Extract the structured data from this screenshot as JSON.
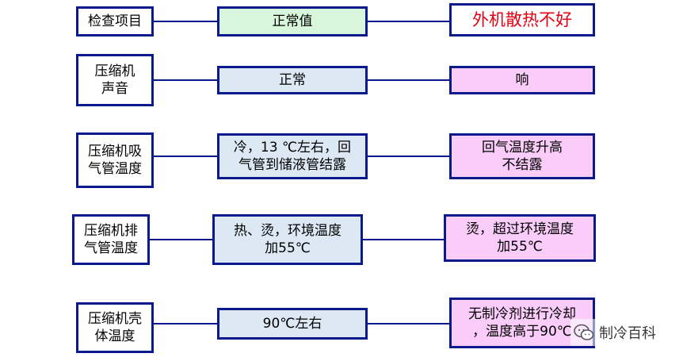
{
  "rows": [
    {
      "label": "检查项目",
      "normal": "正常值",
      "fault": "外机散热不好"
    },
    {
      "label": "压缩机\n声音",
      "normal": "正常",
      "fault": "响"
    },
    {
      "label": "压缩机吸\n气管温度",
      "normal": "冷，13 ℃左右，回\n气管到储液管结露",
      "fault": "回气温度升高\n不结露"
    },
    {
      "label": "压缩机排\n气管温度",
      "normal": "热、烫，环境温度\n加55℃",
      "fault": "烫，超过环境温度\n加55℃"
    },
    {
      "label": "压缩机壳\n体温度",
      "normal": "90℃左右",
      "fault": "无制冷剂进行冷却\n，温度高于90℃"
    }
  ],
  "watermark": {
    "text": "制冷百科",
    "icon": "wechat-icon"
  },
  "colors": {
    "border": "#0a1a8c",
    "label_bg": "#ffffff",
    "header_normal_bg": "#d7f6dc",
    "normal_bg": "#dce9f5",
    "fault_bg": "#f9ccf9",
    "header_fault_text": "#e60012"
  }
}
